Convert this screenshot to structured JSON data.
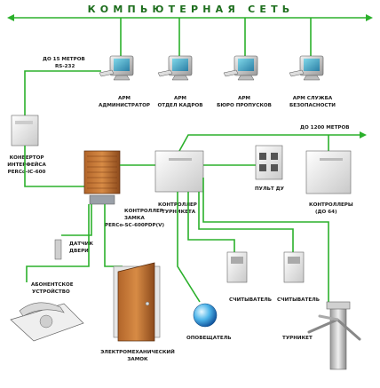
{
  "network": {
    "title": "КОМПЬЮТЕРНАЯ СЕТЬ"
  },
  "workstations": [
    {
      "line1": "АРМ",
      "line2": "АДМИНИСТРАТОР"
    },
    {
      "line1": "АРМ",
      "line2": "ОТДЕЛ КАДРОВ"
    },
    {
      "line1": "АРМ",
      "line2": "БЮРО ПРОПУСКОВ"
    },
    {
      "line1": "АРМ СЛУЖБА",
      "line2": "БЕЗОПАСНОСТИ"
    }
  ],
  "distance_15": "ДО 15 МЕТРОВ",
  "rs232": "RS-232",
  "distance_1200": "ДО 1200 МЕТРОВ",
  "converter": {
    "line1": "КОНВЕРТОР",
    "line2": "ИНТЕРФЕЙСА",
    "line3": "PERCo-IC-600"
  },
  "lock_controller": {
    "line1": "КОНТРОЛЛЕР",
    "line2": "ЗАМКА",
    "line3": "PERCo-SC-600PDP(V)"
  },
  "turnstile_controller": {
    "line1": "КОНТРОЛЛЕР",
    "line2": "ТУРНИКЕТА"
  },
  "remote": {
    "label": "ПУЛЬТ ДУ"
  },
  "controllers": {
    "line1": "КОНТРОЛЛЕРЫ",
    "line2": "(ДО 64)"
  },
  "door_sensor": {
    "line1": "ДАТЧИК",
    "line2": "ДВЕРИ"
  },
  "subscriber": {
    "line1": "АБОНЕНТСКОЕ",
    "line2": "УСТРОЙСТВО"
  },
  "reader1": {
    "label": "СЧИТЫВАТЕЛЬ"
  },
  "reader2": {
    "label": "СЧИТЫВАТЕЛЬ"
  },
  "notifier": {
    "label": "ОПОВЕЩАТЕЛЬ"
  },
  "turnstile": {
    "label": "ТУРНИКЕТ"
  },
  "lock": {
    "line1": "ЭЛЕКТРОМЕХАНИЧЕСКИЙ",
    "line2": "ЗАМОК"
  }
}
